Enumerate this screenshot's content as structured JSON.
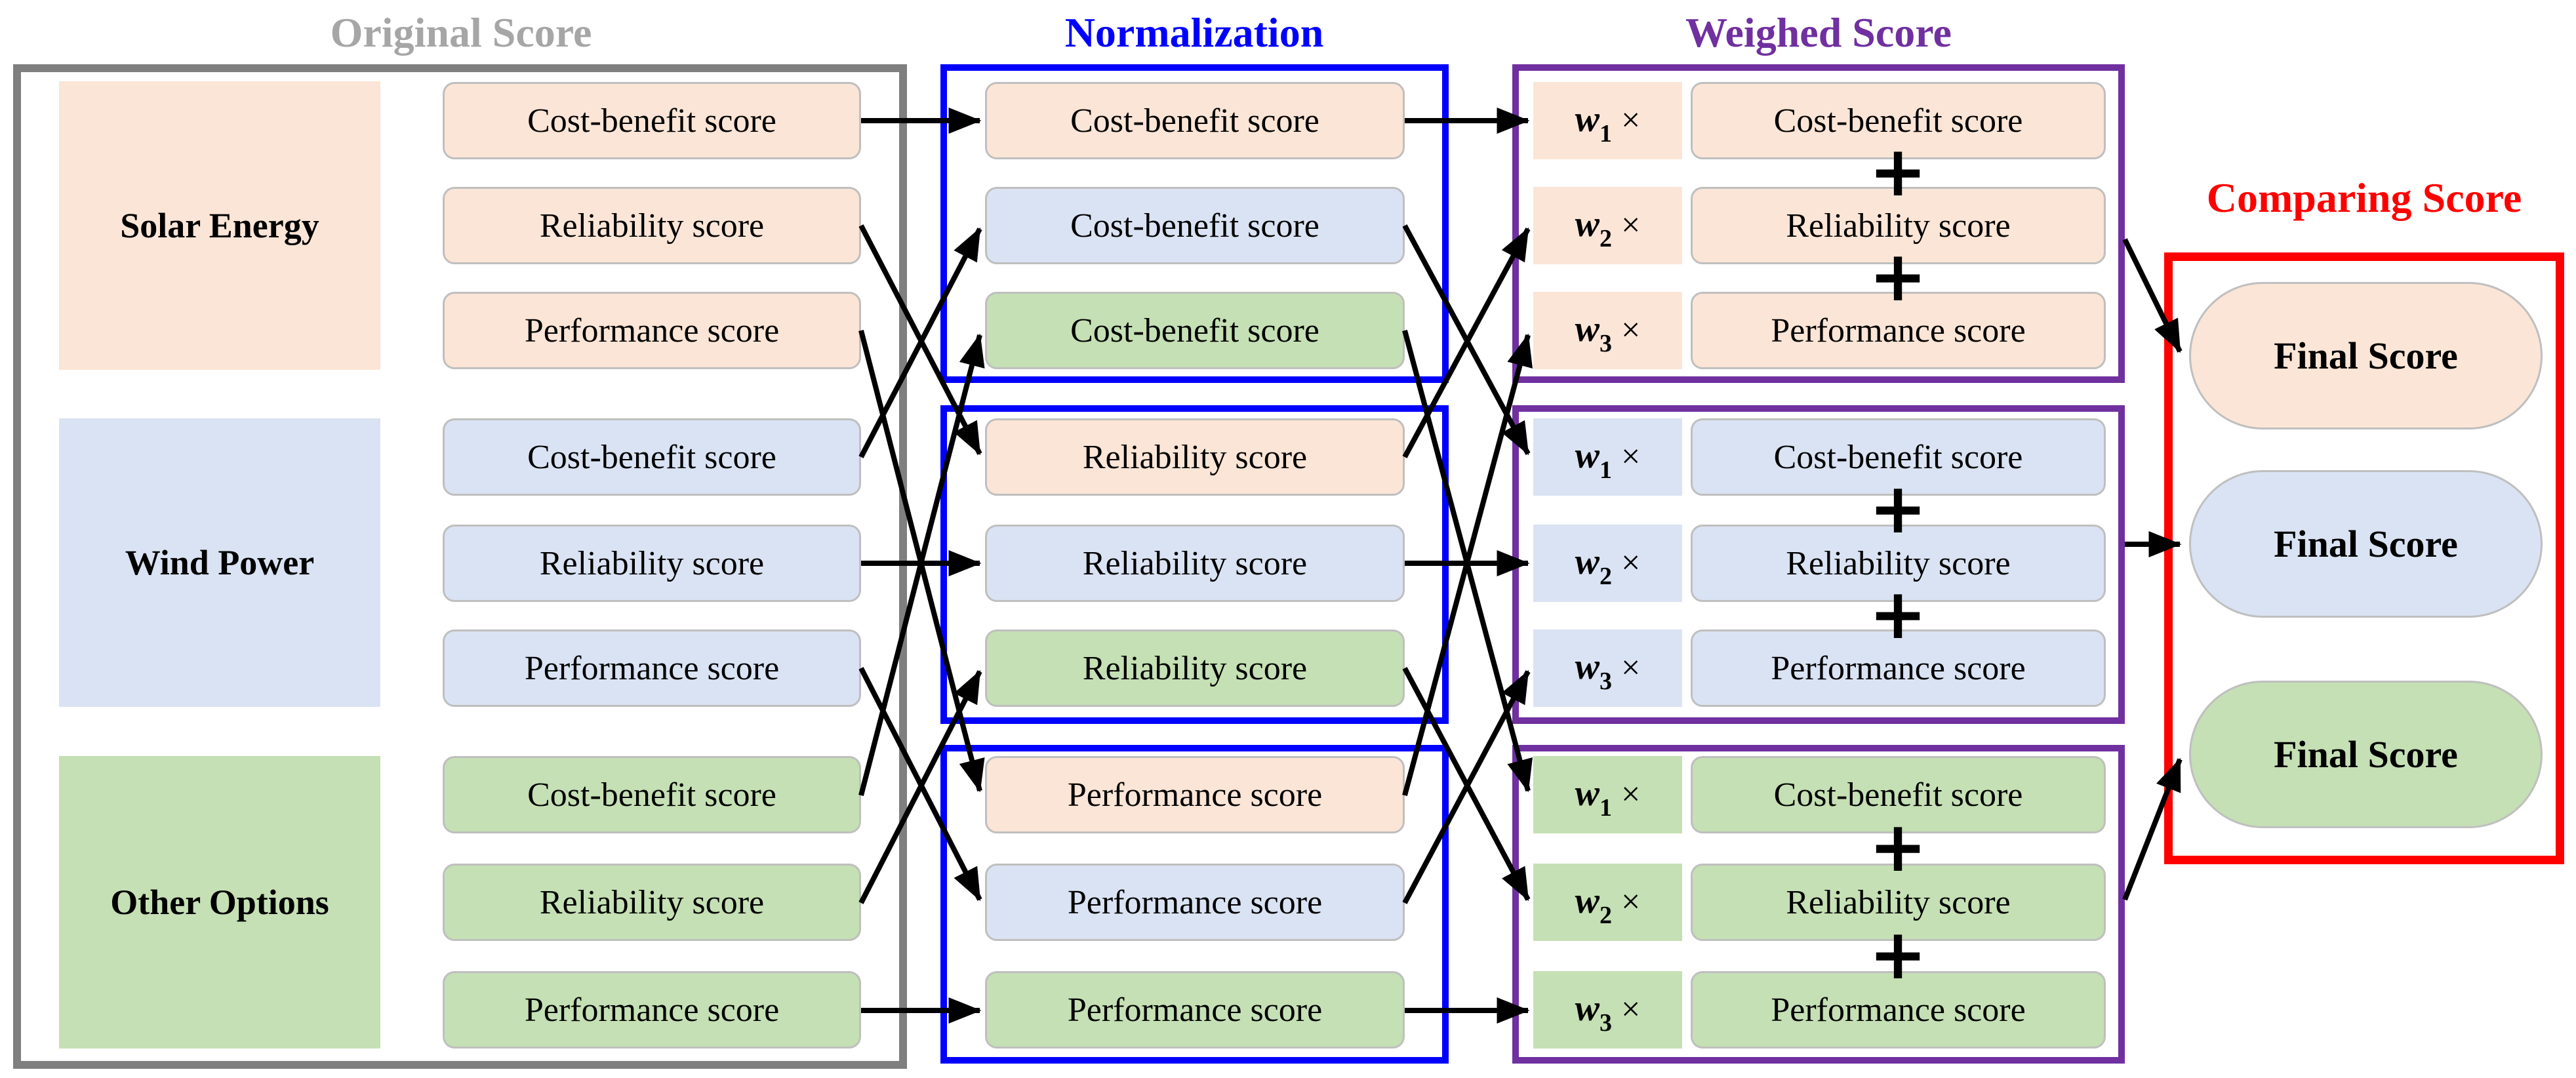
{
  "titles": {
    "original": "Original Score",
    "normalization": "Normalization",
    "weighed": "Weighed Score",
    "comparing": "Comparing Score"
  },
  "categories": [
    {
      "label": "Solar Energy",
      "color": "#FBE5D6"
    },
    {
      "label": "Wind Power",
      "color": "#DAE3F3"
    },
    {
      "label": "Other Options",
      "color": "#C5E0B4"
    }
  ],
  "score_types": [
    "Cost-benefit score",
    "Reliability score",
    "Performance score"
  ],
  "weights": [
    {
      "base": "w",
      "sub": "1",
      "times": "×"
    },
    {
      "base": "w",
      "sub": "2",
      "times": "×"
    },
    {
      "base": "w",
      "sub": "3",
      "times": "×"
    }
  ],
  "symbols": {
    "plus": "+"
  },
  "final_label": "Final Score",
  "colors": {
    "peach": "#FBE5D6",
    "blue": "#DAE3F3",
    "green": "#C5E0B4",
    "gray_border": "#7F7F7F",
    "gray_title": "#A6A6A6",
    "blue_accent": "#0000FF",
    "purple_accent": "#7030A0",
    "red_accent": "#FF0000",
    "row_border": "#BFBFBF",
    "arrow": "#000000"
  },
  "connections": [
    {
      "from": "original.solar.cost-benefit",
      "to": "normalized.cost-benefit.solar"
    },
    {
      "from": "original.solar.reliability",
      "to": "normalized.reliability.solar"
    },
    {
      "from": "original.solar.performance",
      "to": "normalized.performance.solar"
    },
    {
      "from": "original.wind.cost-benefit",
      "to": "normalized.cost-benefit.wind"
    },
    {
      "from": "original.wind.reliability",
      "to": "normalized.reliability.wind"
    },
    {
      "from": "original.wind.performance",
      "to": "normalized.performance.wind"
    },
    {
      "from": "original.other.cost-benefit",
      "to": "normalized.cost-benefit.other"
    },
    {
      "from": "original.other.reliability",
      "to": "normalized.reliability.other"
    },
    {
      "from": "original.other.performance",
      "to": "normalized.performance.other"
    },
    {
      "from": "normalized.cost-benefit.solar",
      "to": "weighed.solar.w1-cost-benefit"
    },
    {
      "from": "normalized.reliability.solar",
      "to": "weighed.solar.w2-reliability"
    },
    {
      "from": "normalized.performance.solar",
      "to": "weighed.solar.w3-performance"
    },
    {
      "from": "normalized.cost-benefit.wind",
      "to": "weighed.wind.w1-cost-benefit"
    },
    {
      "from": "normalized.reliability.wind",
      "to": "weighed.wind.w2-reliability"
    },
    {
      "from": "normalized.performance.wind",
      "to": "weighed.wind.w3-performance"
    },
    {
      "from": "normalized.cost-benefit.other",
      "to": "weighed.other.w1-cost-benefit"
    },
    {
      "from": "normalized.reliability.other",
      "to": "weighed.other.w2-reliability"
    },
    {
      "from": "normalized.performance.other",
      "to": "weighed.other.w3-performance"
    },
    {
      "from": "weighed.solar",
      "to": "final.solar"
    },
    {
      "from": "weighed.wind",
      "to": "final.wind"
    },
    {
      "from": "weighed.other",
      "to": "final.other"
    }
  ]
}
